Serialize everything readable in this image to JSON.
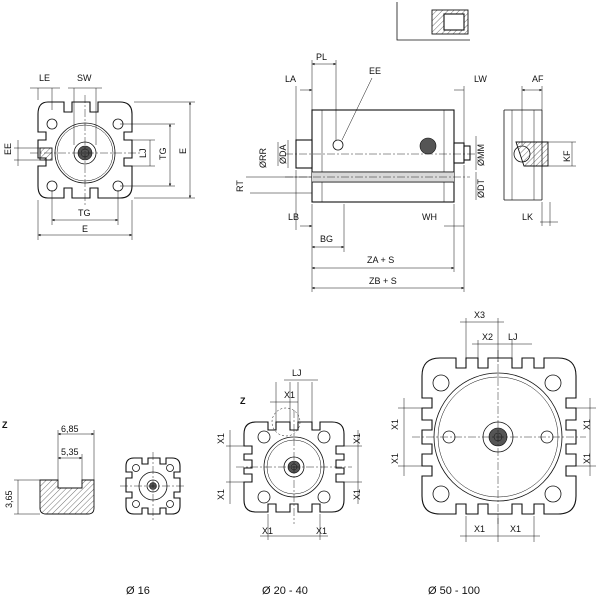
{
  "labels": {
    "le": "LE",
    "sw": "SW",
    "ee": "EE",
    "e": "E",
    "tg": "TG",
    "lj": "LJ",
    "pl": "PL",
    "la": "LA",
    "lw": "LW",
    "af": "AF",
    "rr": "ØRR",
    "da": "ØDA",
    "mm": "ØMM",
    "dt": "ØDT",
    "kf": "KF",
    "rt": "RT",
    "lb": "LB",
    "wh": "WH",
    "lk": "LK",
    "bg": "BG",
    "za": "ZA + S",
    "zb": "ZB + S",
    "z": "Z",
    "d685": "6,85",
    "d535": "5,35",
    "d365": "3,65",
    "x1": "X1",
    "x2": "X2",
    "x3": "X3"
  },
  "captions": {
    "d16": "Ø 16",
    "d20_40": "Ø 20 - 40",
    "d50_100": "Ø 50 - 100"
  }
}
